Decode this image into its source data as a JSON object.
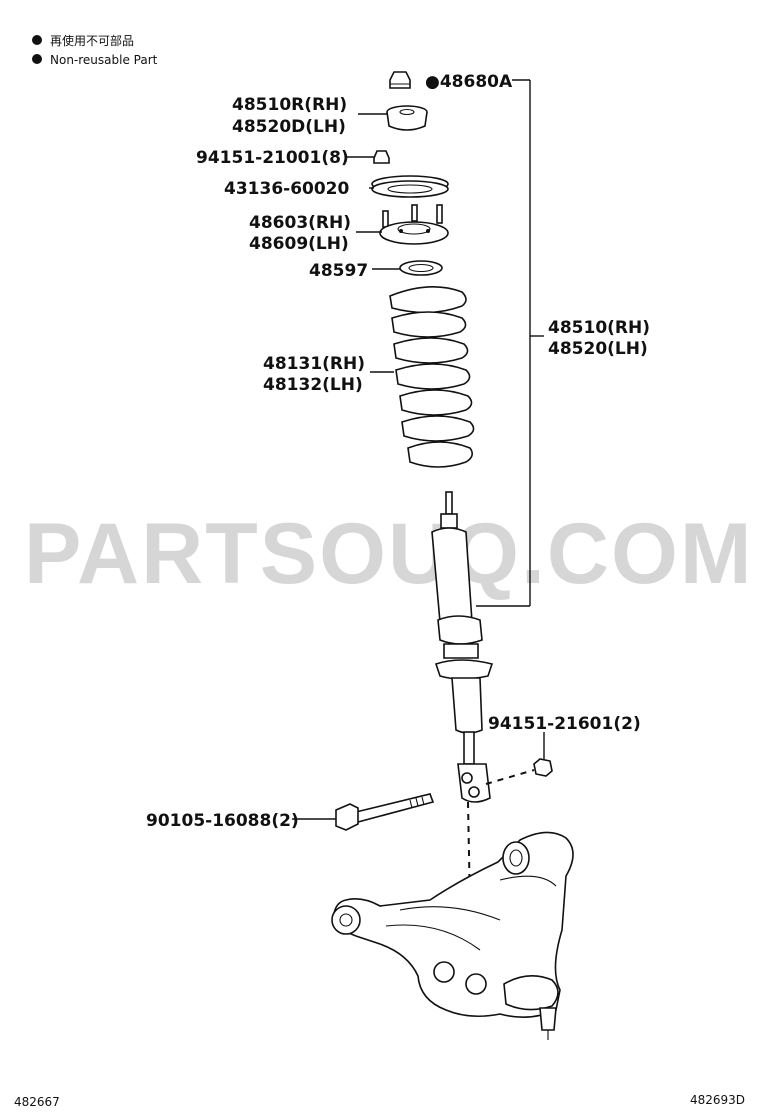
{
  "legend": {
    "marker": "●",
    "japanese": "再使用不可部品",
    "english": "Non-reusable Part"
  },
  "watermark": "PARTSOUQ.COM",
  "labels": {
    "p48680A": "●48680A",
    "p48510R": "48510R(RH)",
    "p48520D": "48520D(LH)",
    "p94151_21001": "94151-21001(8)",
    "p43136": "43136-60020",
    "p48603": "48603(RH)",
    "p48609": "48609(LH)",
    "p48597": "48597",
    "p48131": "48131(RH)",
    "p48132": "48132(LH)",
    "p48510": "48510(RH)",
    "p48520": "48520(LH)",
    "p94151_21601": "94151-21601(2)",
    "p90105": "90105-16088(2)"
  },
  "footer": {
    "left_code": "482667",
    "right_code": "482693D"
  }
}
